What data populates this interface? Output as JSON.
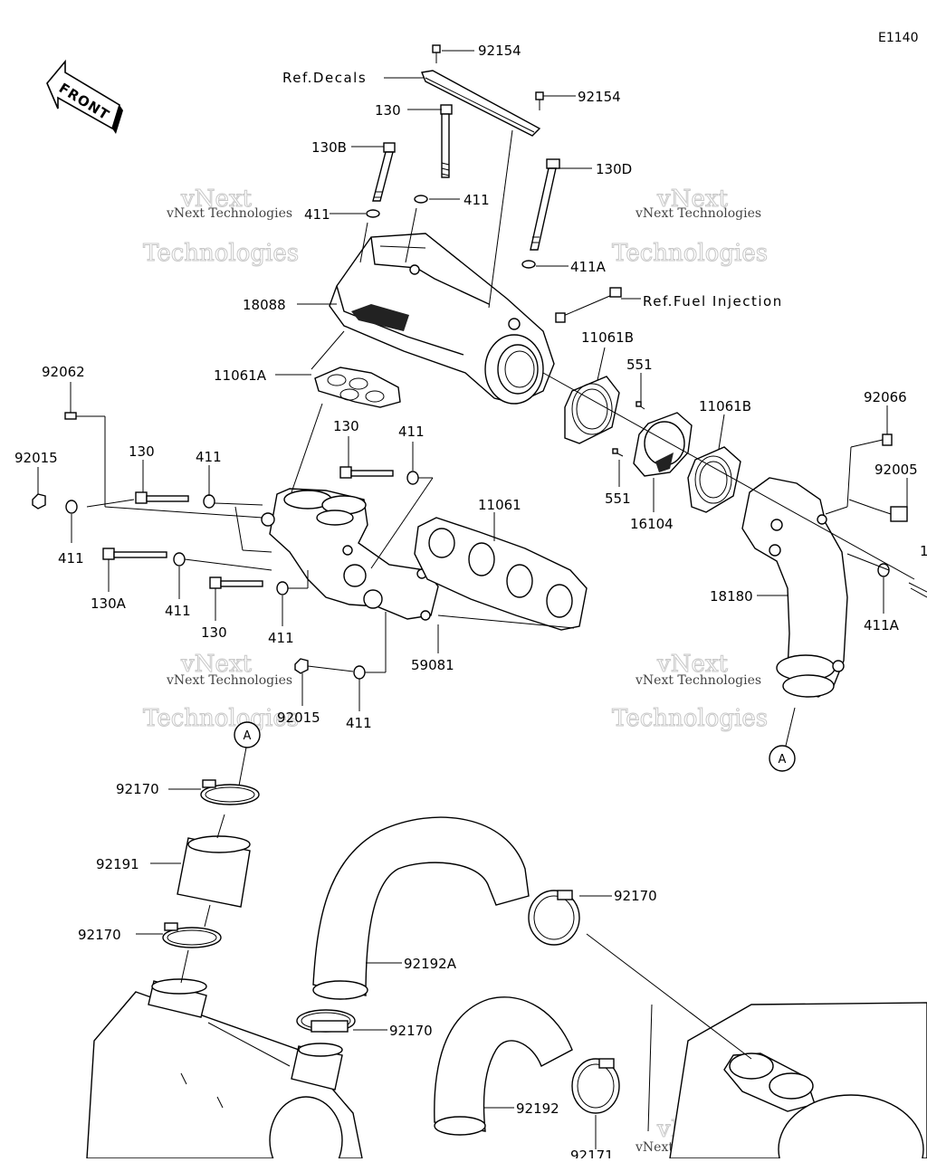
{
  "diagram": {
    "code": "E1140",
    "front_label": "FRONT",
    "callout_circle": "A",
    "watermark": {
      "line1": "vNext Technologies",
      "big_top": "vNext",
      "big_bottom": "Technologies"
    },
    "labels": {
      "p92154a": "92154",
      "ref_decals": "Ref.Decals",
      "p92154b": "92154",
      "p130_top": "130",
      "p130B": "130B",
      "p130D": "130D",
      "p411_a": "411",
      "p411_b": "411",
      "p411A_top": "411A",
      "p18088": "18088",
      "ref_fuel": "Ref.Fuel Injection",
      "p11061B_a": "11061B",
      "p551_a": "551",
      "p11061A": "11061A",
      "p11061B_b": "11061B",
      "p92066": "92066",
      "p92062": "92062",
      "p130_mid": "130",
      "p411_c": "411",
      "p92005": "92005",
      "p92015_a": "92015",
      "p130_l": "130",
      "p411_d": "411",
      "p11061": "11061",
      "p551_b": "551",
      "p16104": "16104",
      "p411_e": "411",
      "p130A": "130A",
      "p411_f": "411",
      "p130_b": "130",
      "p411_g": "411",
      "p59081": "59081",
      "p18180": "18180",
      "p411A_r": "411A",
      "p92015_b": "92015",
      "p411_h": "411",
      "p92170_a": "92170",
      "p92191": "92191",
      "p92170_b": "92170",
      "p92170_c": "92170",
      "p92192A": "92192A",
      "p92170_d": "92170",
      "p92192": "92192",
      "p92171": "92171",
      "p1_edge": "1"
    }
  }
}
